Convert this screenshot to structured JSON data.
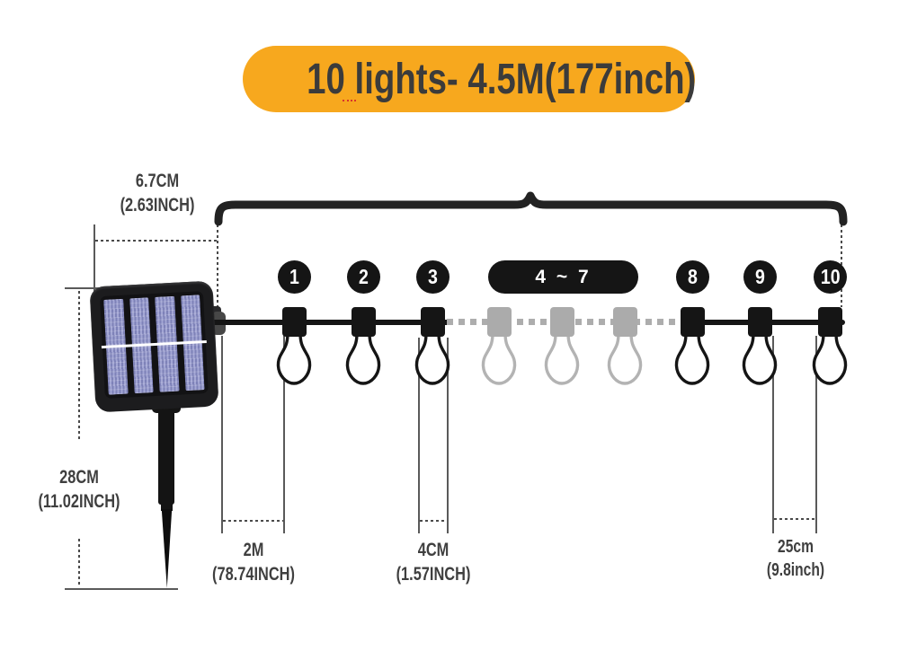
{
  "banner": {
    "text": "10 lights- 4.5M(177inch)",
    "bg_color": "#F7A81E",
    "text_color": "#3B3B3B"
  },
  "string": {
    "markers": [
      "1",
      "2",
      "3",
      "4 ~ 7",
      "8",
      "9",
      "10"
    ],
    "bulb_count_shown": 9,
    "wire_color": "#151515",
    "hidden_section_color": "#ABABAB"
  },
  "dimensions": {
    "panel_width": {
      "value": "6.7CM",
      "alt": "(2.63INCH)"
    },
    "stake_height": {
      "value": "28CM",
      "alt": "(11.02INCH)"
    },
    "lead_length": {
      "value": "2M",
      "alt": "(78.74INCH)"
    },
    "bulb_width": {
      "value": "4CM",
      "alt": "(1.57INCH)"
    },
    "bulb_spacing": {
      "value": "25cm",
      "alt": "(9.8inch)"
    }
  },
  "colors": {
    "accent": "#F7A81E",
    "ink": "#151515",
    "muted_gray": "#ABABAB",
    "label_text": "#3F3F3F",
    "solar_cell": "#8E92C6"
  }
}
